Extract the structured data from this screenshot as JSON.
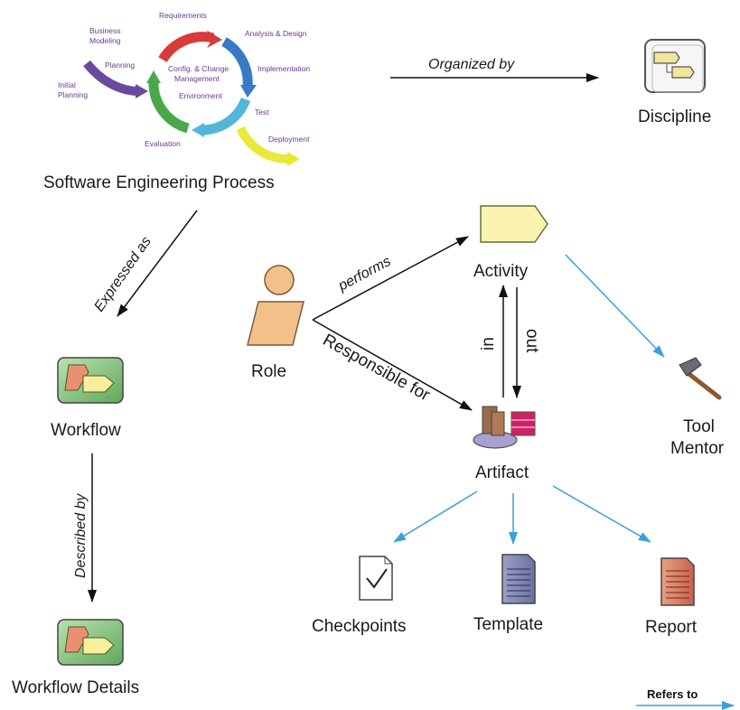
{
  "process": {
    "title": "Software Engineering Process",
    "phases": {
      "requirements": "Requirements",
      "analysis": "Analysis & Design",
      "implementation": "Implementation",
      "test": "Test",
      "deployment": "Deployment",
      "evaluation": "Evaluation",
      "environment": "Environment",
      "config_line1": "Config. & Change",
      "config_line2": "Management",
      "planning": "Planning",
      "business_line1": "Business",
      "business_line2": "Modeling",
      "initial_line1": "Initial",
      "initial_line2": "Planning"
    }
  },
  "nodes": {
    "discipline": "Discipline",
    "activity": "Activity",
    "role": "Role",
    "artifact": "Artifact",
    "tool_line1": "Tool",
    "tool_line2": "Mentor",
    "workflow": "Workflow",
    "workflow_details": "Workflow Details",
    "checkpoints": "Checkpoints",
    "template": "Template",
    "report": "Report"
  },
  "edges": {
    "organized_by": "Organized by",
    "expressed_as": "Expressed as",
    "described_by": "Described by",
    "performs": "performs",
    "responsible_for": "Responsible for",
    "in": "in",
    "out": "out"
  },
  "legend": {
    "refers_to": "Refers to"
  },
  "colors": {
    "link_blue": "#3aa0d8",
    "arrow_black": "#111111",
    "role_orange": "#f4c08a",
    "activity_yellow": "#fbf3b0",
    "workflow_green": "#8fc98a",
    "cycle_text": "#6a3a8c"
  }
}
